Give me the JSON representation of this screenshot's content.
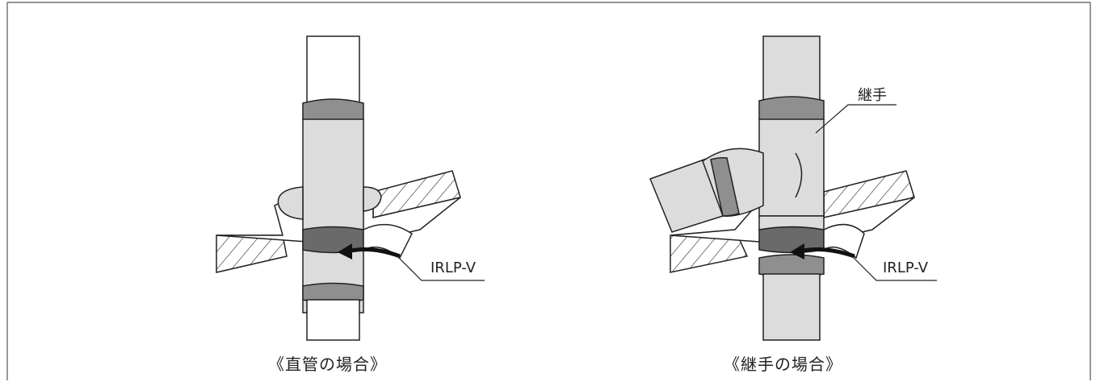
{
  "figures": {
    "left": {
      "caption": "《直管の場合》",
      "product_label": "IRLP-V"
    },
    "right": {
      "caption": "《継手の場合》",
      "product_label": "IRLP-V",
      "joint_label": "継手"
    }
  },
  "colors": {
    "pipe_fill": "#dcdcdc",
    "band_fill": "#8f8f8f",
    "tape_fill": "#6a6a6a",
    "line": "#222222",
    "hatch": "#333333",
    "frame": "#555555"
  }
}
